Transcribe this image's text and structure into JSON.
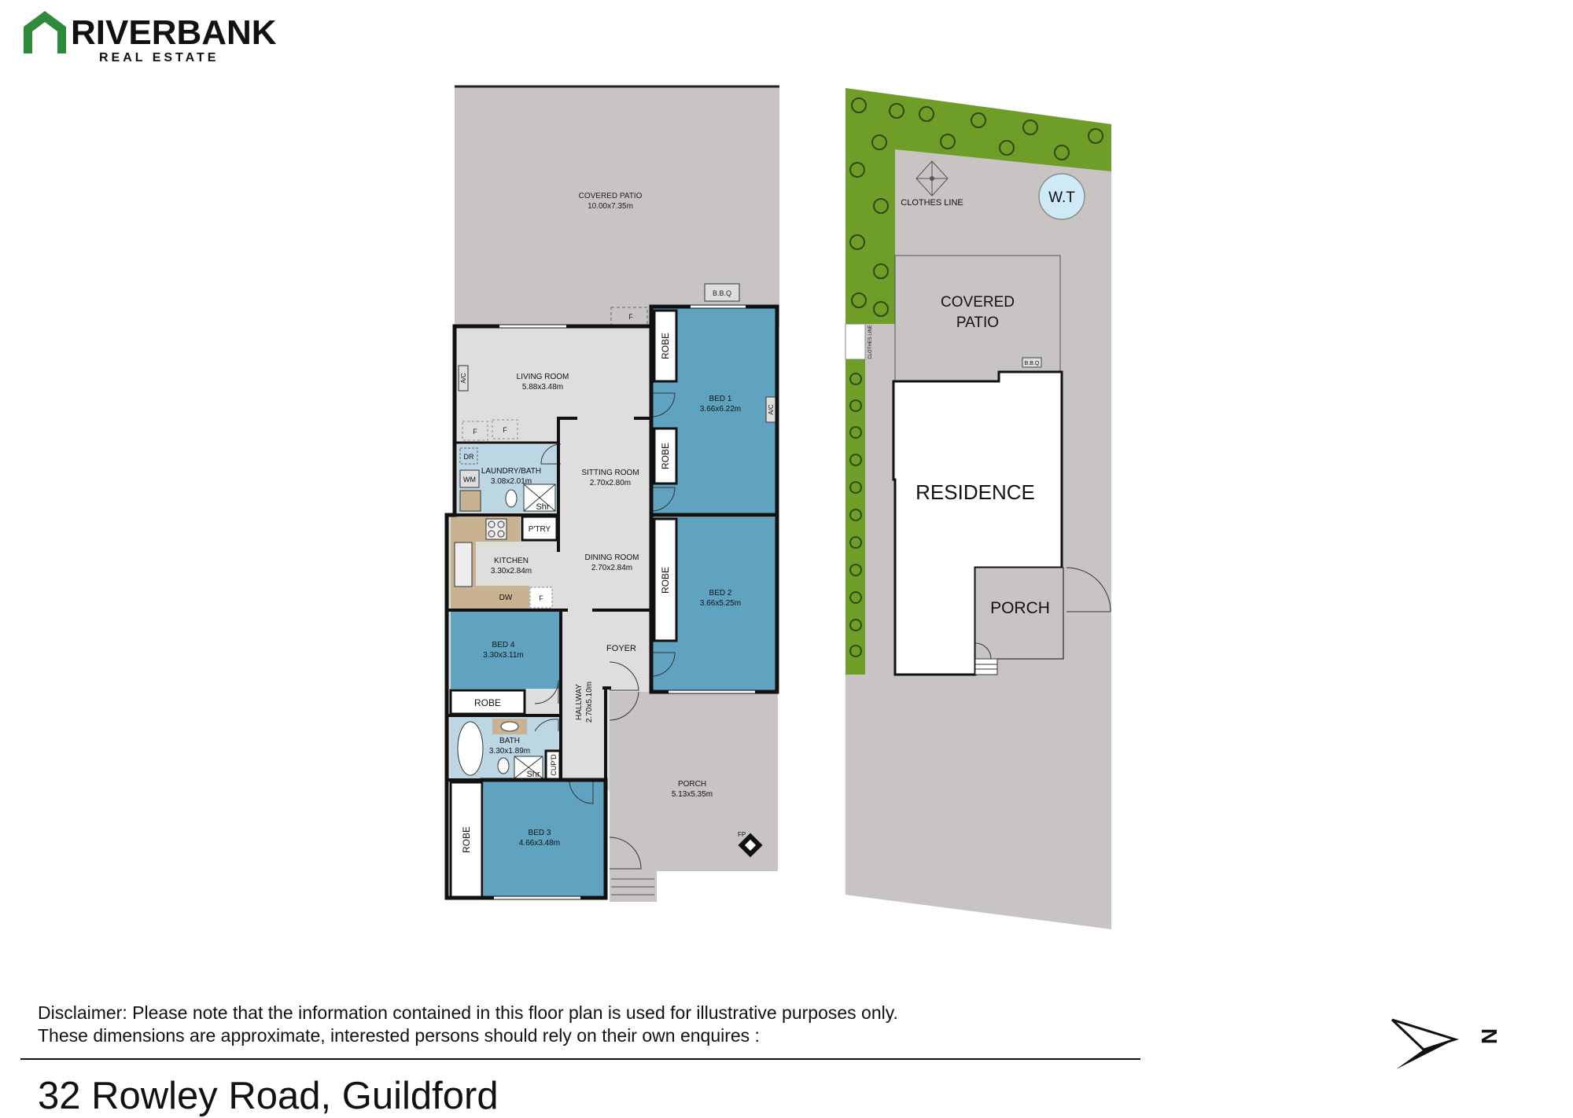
{
  "brand": {
    "name": "RIVERBANK",
    "tagline": "REAL ESTATE",
    "color": "#2e8b3a"
  },
  "colors": {
    "patio": "#c8c4c4",
    "bedroom": "#5fa3c0",
    "interior": "#dedede",
    "kitchen_bench": "#c9b291",
    "lawn": "#6e9e28",
    "water_tank": "#cfe9f6",
    "wall": "#111111"
  },
  "floorplan": {
    "covered_patio": {
      "name": "COVERED PATIO",
      "size": "10.00x7.35m"
    },
    "bbq": "B.B.Q",
    "fridge": "F",
    "ac": "A/C",
    "robe": "ROBE",
    "living": {
      "name": "LIVING ROOM",
      "size": "5.88x3.48m"
    },
    "bed1": {
      "name": "BED 1",
      "size": "3.66x6.22m"
    },
    "laundry": {
      "name": "LAUNDRY/BATH",
      "size": "3.08x2.01m"
    },
    "dryer": "DR",
    "washer": "WM",
    "shower": "Shr",
    "sitting": {
      "name": "SITTING ROOM",
      "size": "2.70x2.80m"
    },
    "pantry": "P'TRY",
    "kitchen": {
      "name": "KITCHEN",
      "size": "3.30x2.84m"
    },
    "dishwasher": "DW",
    "dining": {
      "name": "DINING ROOM",
      "size": "2.70x2.84m"
    },
    "bed2": {
      "name": "BED 2",
      "size": "3.66x5.25m"
    },
    "bed4": {
      "name": "BED 4",
      "size": "3.30x3.11m"
    },
    "foyer": "FOYER",
    "hallway": {
      "name": "HALLWAY",
      "size": "2.70x5.10m"
    },
    "bath": {
      "name": "BATH",
      "size": "3.30x1.89m"
    },
    "cupboard": "CUP'D",
    "porch": {
      "name": "PORCH",
      "size": "5.13x5.35m"
    },
    "fireplace": "FP",
    "bed3": {
      "name": "BED 3",
      "size": "4.66x3.48m"
    }
  },
  "siteplan": {
    "clothes_line": "CLOTHES LINE",
    "water_tank": "W.T",
    "covered_patio_line1": "COVERED",
    "covered_patio_line2": "PATIO",
    "bbq": "B.B.Q",
    "residence": "RESIDENCE",
    "porch": "PORCH"
  },
  "footer": {
    "disclaimer_line1": "Disclaimer: Please note that the information contained in this floor plan is used for illustrative purposes only.",
    "disclaimer_line2": "These dimensions are approximate, interested persons should rely on their own enquires :",
    "address": "32 Rowley Road, Guildford",
    "north_label": "N"
  }
}
